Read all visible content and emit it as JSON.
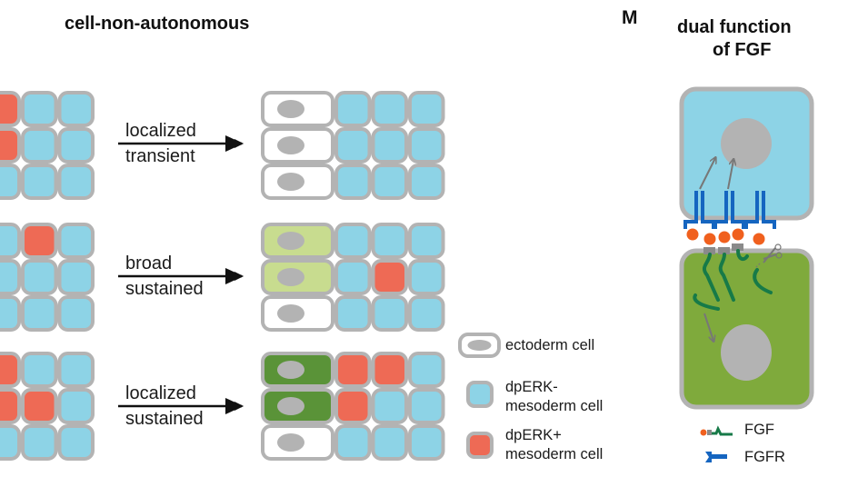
{
  "header": {
    "section_title": "cell-non-autonomous",
    "panel_letter": "M",
    "panel_title_line1": "dual function",
    "panel_title_line2": "of FGF"
  },
  "colors": {
    "cell_border": "#b3b3b3",
    "mesoderm_neg": "#8dd3e6",
    "mesoderm_pos": "#ee6a55",
    "ectoderm": "#ffffff",
    "ectoderm_light_green": "#c8dc8f",
    "ectoderm_dark_green": "#5a9338",
    "nucleus": "#b3b3b3",
    "fgf_ligand": "#f0601e",
    "fgf_chain": "#177a48",
    "fgfr": "#1565c0",
    "receiving_cell": "#7faa3c",
    "arrow": "#777777"
  },
  "scenarios": [
    {
      "label_line1": "localized",
      "label_line2": "transient",
      "before": [
        [
          "pos",
          "neg",
          "neg"
        ],
        [
          "pos",
          "neg",
          "neg"
        ],
        [
          "neg",
          "neg",
          "neg"
        ]
      ],
      "before_note": "first column partially visible; row 2 col 1 red",
      "after_ectoderm": [
        "white",
        "white",
        "white"
      ],
      "after_mesoderm": [
        [
          "neg",
          "neg",
          "neg"
        ],
        [
          "neg",
          "neg",
          "neg"
        ],
        [
          "neg",
          "neg",
          "neg"
        ]
      ]
    },
    {
      "label_line1": "broad",
      "label_line2": "sustained",
      "before": [
        [
          "neg",
          "pos",
          "neg"
        ],
        [
          "neg",
          "neg",
          "neg"
        ],
        [
          "neg",
          "neg",
          "neg"
        ]
      ],
      "after_ectoderm": [
        "light_green",
        "light_green",
        "white"
      ],
      "after_mesoderm": [
        [
          "neg",
          "neg",
          "neg"
        ],
        [
          "neg",
          "pos",
          "neg"
        ],
        [
          "neg",
          "neg",
          "neg"
        ]
      ]
    },
    {
      "label_line1": "localized",
      "label_line2": "sustained",
      "before": [
        [
          "pos",
          "neg",
          "neg"
        ],
        [
          "pos",
          "pos",
          "neg"
        ],
        [
          "neg",
          "neg",
          "neg"
        ]
      ],
      "after_ectoderm": [
        "dark_green",
        "dark_green",
        "white"
      ],
      "after_mesoderm": [
        [
          "pos",
          "pos",
          "neg"
        ],
        [
          "pos",
          "neg",
          "neg"
        ],
        [
          "neg",
          "neg",
          "neg"
        ]
      ]
    }
  ],
  "legend": {
    "ectoderm": "ectoderm cell",
    "meso_neg_line1": "dpERK-",
    "meso_neg_line2": "mesoderm cell",
    "meso_pos_line1": "dpERK+",
    "meso_pos_line2": "mesoderm cell"
  },
  "panel_m_legend": {
    "fgf": "FGF",
    "fgfr": "FGFR"
  }
}
